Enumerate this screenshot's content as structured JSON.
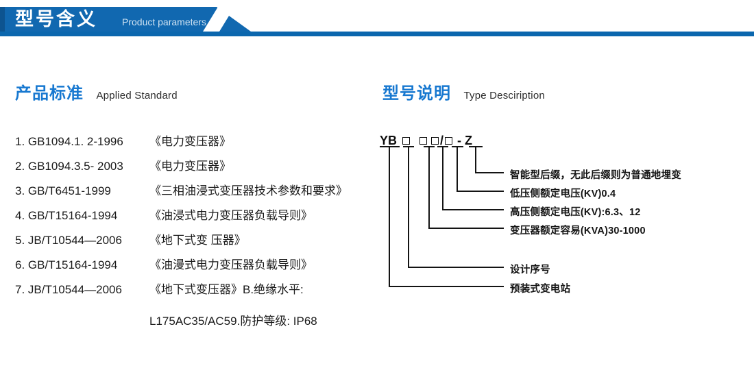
{
  "banner": {
    "title_cn": "型号含义",
    "title_en": "Product parameters",
    "blue": "#1168b0",
    "rule_color": "#0b67ae"
  },
  "sections": {
    "standard": {
      "title_cn": "产品标准",
      "title_en": "Applied Standard",
      "accent": "#1778d0"
    },
    "type": {
      "title_cn": "型号说明",
      "title_en": "Type Desciription",
      "accent": "#1778d0"
    }
  },
  "standards": [
    {
      "code": "1. GB1094.1. 2-1996",
      "name": "《电力变压器》"
    },
    {
      "code": "2. GB1094.3.5- 2003",
      "name": "《电力变压器》"
    },
    {
      "code": "3. GB/T6451-1999",
      "name": "《三相油浸式变压器技术参数和要求》"
    },
    {
      "code": "4. GB/T15164-1994",
      "name": "《油浸式电力变压器负载导则》"
    },
    {
      "code": "5. JB/T10544—2006",
      "name": "《地下式变 压器》"
    },
    {
      "code": "6. GB/T15164-1994",
      "name": "《油漫式电力变压器负载导则》"
    },
    {
      "code": "7. JB/T10544—2006",
      "name": "《地下式变压器》B.绝缘水平:"
    }
  ],
  "standard_continuation": "L175AC35/AC59.防护等级: IP68",
  "type_code": {
    "segments": [
      "YB",
      "□",
      "□□",
      "/□",
      "- Z"
    ],
    "full": "YB □ □□/□ - Z"
  },
  "callouts": [
    {
      "id": "suffix",
      "label": "智能型后缀，无此后缀则为普通地埋变"
    },
    {
      "id": "lv-voltage",
      "label": "低压侧额定电压(KV)0.4"
    },
    {
      "id": "hv-voltage",
      "label": "高压侧额定电压(KV):6.3、12"
    },
    {
      "id": "capacity",
      "label": "变压器额定容易(KVA)30-1000"
    },
    {
      "id": "design-serial",
      "label": "设计序号"
    },
    {
      "id": "substation",
      "label": "预装式变电站"
    }
  ]
}
